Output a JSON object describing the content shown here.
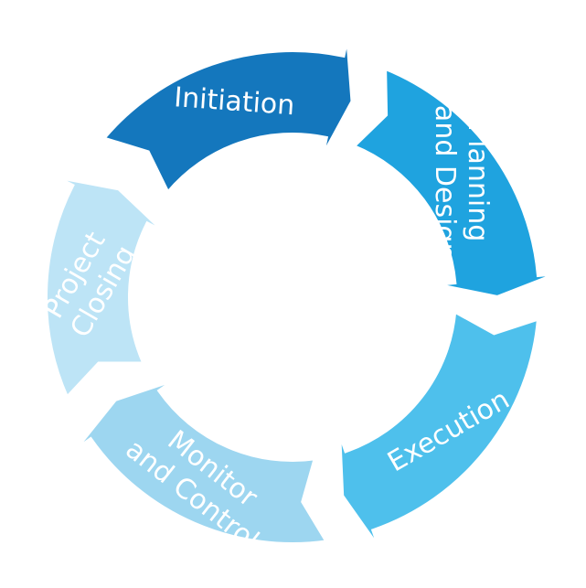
{
  "diagram": {
    "stages": [
      {
        "id": "initiation",
        "lines": [
          "Initiation"
        ],
        "color": "#1477BD"
      },
      {
        "id": "planning",
        "lines": [
          "Planning",
          "and Design"
        ],
        "color": "#1FA3DF"
      },
      {
        "id": "execution",
        "lines": [
          "Execution"
        ],
        "color": "#4EC0EC"
      },
      {
        "id": "monitor",
        "lines": [
          "Monitor",
          "and Control"
        ],
        "color": "#9DD6F0"
      },
      {
        "id": "closing",
        "lines": [
          "Project",
          "Closing"
        ],
        "color": "#BDE4F6"
      }
    ]
  }
}
